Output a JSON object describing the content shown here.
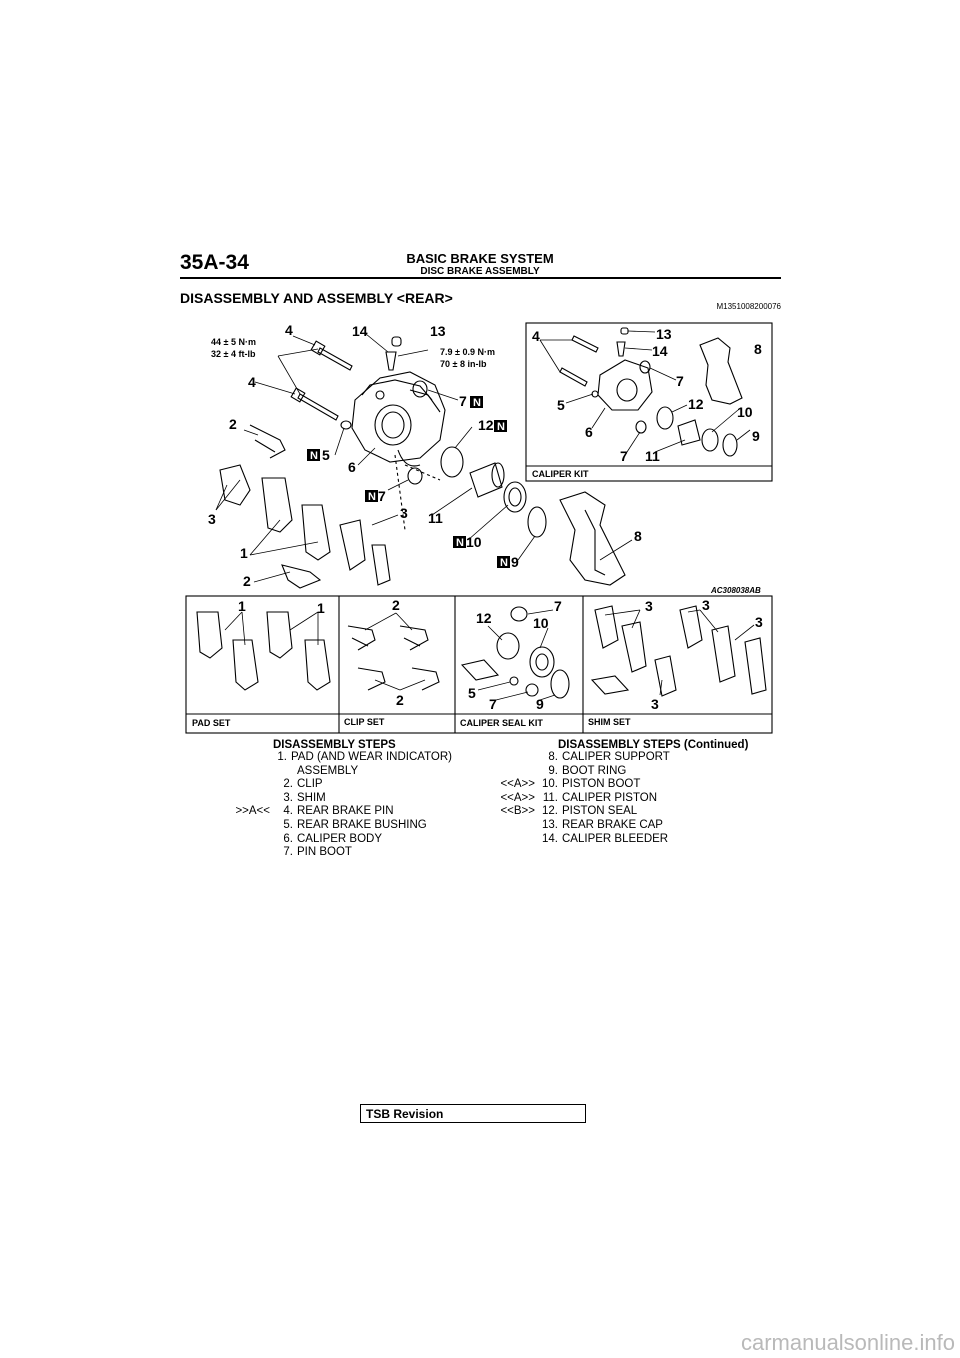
{
  "header": {
    "code": "35A-34",
    "title": "BASIC BRAKE SYSTEM",
    "subtitle": "DISC BRAKE ASSEMBLY"
  },
  "section": {
    "title": "DISASSEMBLY AND ASSEMBLY <REAR>",
    "code": "M1351008200076"
  },
  "figure": {
    "torque1_a": "44 ± 5 N·m",
    "torque1_b": "32 ± 4 ft-lb",
    "torque2_a": "7.9 ± 0.9 N·m",
    "torque2_b": "70 ± 8 in-lb",
    "new_mark": "N",
    "fig_code": "AC308038AB",
    "kits": {
      "caliper_kit": "CALIPER KIT",
      "pad_set": "PAD SET",
      "clip_set": "CLIP SET",
      "caliper_seal_kit": "CALIPER SEAL KIT",
      "shim_set": "SHIM SET"
    },
    "callouts": {
      "c1": "1",
      "c2": "2",
      "c3": "3",
      "c4": "4",
      "c5": "5",
      "c6": "6",
      "c7": "7",
      "c8": "8",
      "c9": "9",
      "c10": "10",
      "c11": "11",
      "c12": "12",
      "c13": "13",
      "c14": "14"
    }
  },
  "steps_left": {
    "heading": "DISASSEMBLY STEPS",
    "items": [
      {
        "mark": "",
        "num": "1.",
        "text": "PAD (AND WEAR INDICATOR)"
      },
      {
        "mark": "",
        "num": "",
        "text": "ASSEMBLY"
      },
      {
        "mark": "",
        "num": "2.",
        "text": "CLIP"
      },
      {
        "mark": "",
        "num": "3.",
        "text": "SHIM"
      },
      {
        "mark": ">>A<<",
        "num": "4.",
        "text": "REAR BRAKE PIN"
      },
      {
        "mark": "",
        "num": "5.",
        "text": "REAR BRAKE BUSHING"
      },
      {
        "mark": "",
        "num": "6.",
        "text": "CALIPER BODY"
      },
      {
        "mark": "",
        "num": "7.",
        "text": "PIN BOOT"
      }
    ]
  },
  "steps_right": {
    "heading": "DISASSEMBLY STEPS (Continued)",
    "items": [
      {
        "mark": "",
        "num": "8.",
        "text": "CALIPER SUPPORT"
      },
      {
        "mark": "",
        "num": "9.",
        "text": "BOOT RING"
      },
      {
        "mark": "<<A>>",
        "num": "10.",
        "text": "PISTON BOOT"
      },
      {
        "mark": "<<A>>",
        "num": "11.",
        "text": "CALIPER PISTON"
      },
      {
        "mark": "<<B>>",
        "num": "12.",
        "text": "PISTON SEAL"
      },
      {
        "mark": "",
        "num": "13.",
        "text": "REAR BRAKE CAP"
      },
      {
        "mark": "",
        "num": "14.",
        "text": "CALIPER BLEEDER"
      }
    ]
  },
  "footer": {
    "tsb": "TSB Revision"
  },
  "watermark": "carmanualsonline.info"
}
